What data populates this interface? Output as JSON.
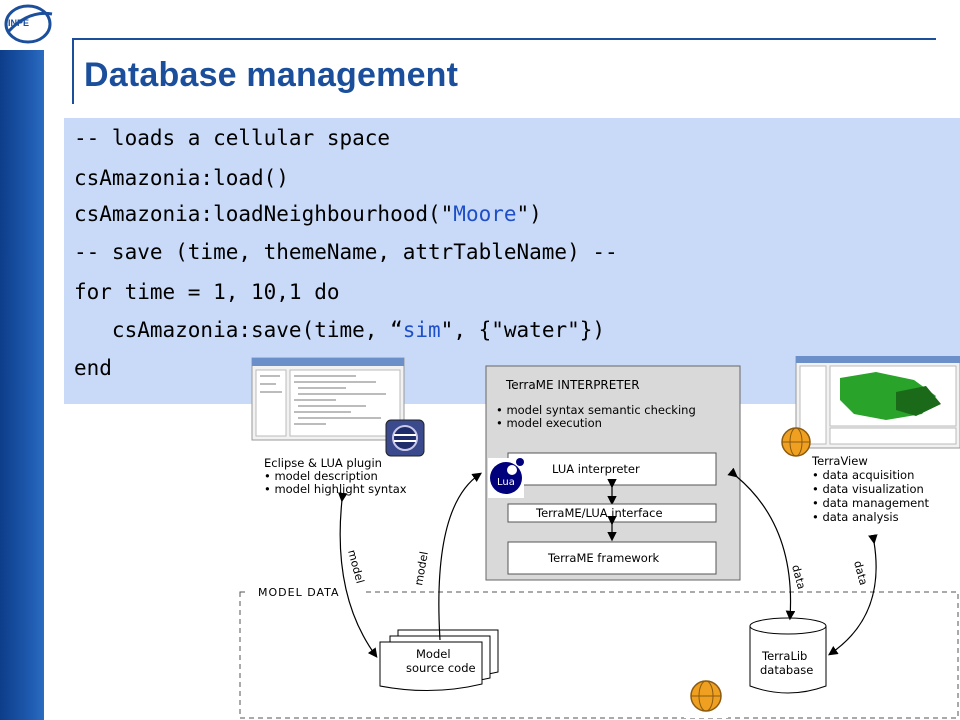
{
  "slide": {
    "title": "Database management",
    "logo_text": "INPE",
    "code_lines": [
      {
        "pre": "-- loads a cellular space",
        "str": "",
        "post": ""
      },
      {
        "pre": "csAmazonia:load()",
        "str": "",
        "post": ""
      },
      {
        "pre": "csAmazonia:loadNeighbourhood(\"",
        "str": "Moore",
        "post": "\")"
      },
      {
        "pre": "-- save (time, themeName, attrTableName) --",
        "str": "",
        "post": ""
      },
      {
        "pre": "for time = 1, 10,1 do",
        "str": "",
        "post": ""
      },
      {
        "pre": "   csAmazonia:save(time, “",
        "str": "sim",
        "post": "\", {\"water\"})"
      },
      {
        "pre": "end",
        "str": "",
        "post": ""
      }
    ]
  },
  "diagram": {
    "eclipse": {
      "title": "Eclipse & LUA plugin",
      "items": [
        "• model description",
        "• model highlight syntax"
      ]
    },
    "interpreter": {
      "title": "TerraME INTERPRETER",
      "items": [
        "• model syntax semantic checking",
        "• model execution"
      ],
      "lua_interpreter": "LUA interpreter",
      "lua_logo": "Lua",
      "interface": "TerraME/LUA interface",
      "framework": "TerraME framework"
    },
    "terraview": {
      "title": "TerraView",
      "items": [
        "• data acquisition",
        "• data visualization",
        "• data management",
        "• data analysis"
      ]
    },
    "model_data_label": "MODEL DATA",
    "source_code_label_1": "Model",
    "source_code_label_2": "source code",
    "database_label_1": "TerraLib",
    "database_label_2": "database",
    "arrow_labels": {
      "model_left": "model",
      "model_mid": "model",
      "data_right1": "data",
      "data_right2": "data"
    },
    "colors": {
      "interpreter_bg": "#d9d9d9",
      "code_bg": "#c9daf8",
      "title_color": "#1b4f9c"
    }
  }
}
